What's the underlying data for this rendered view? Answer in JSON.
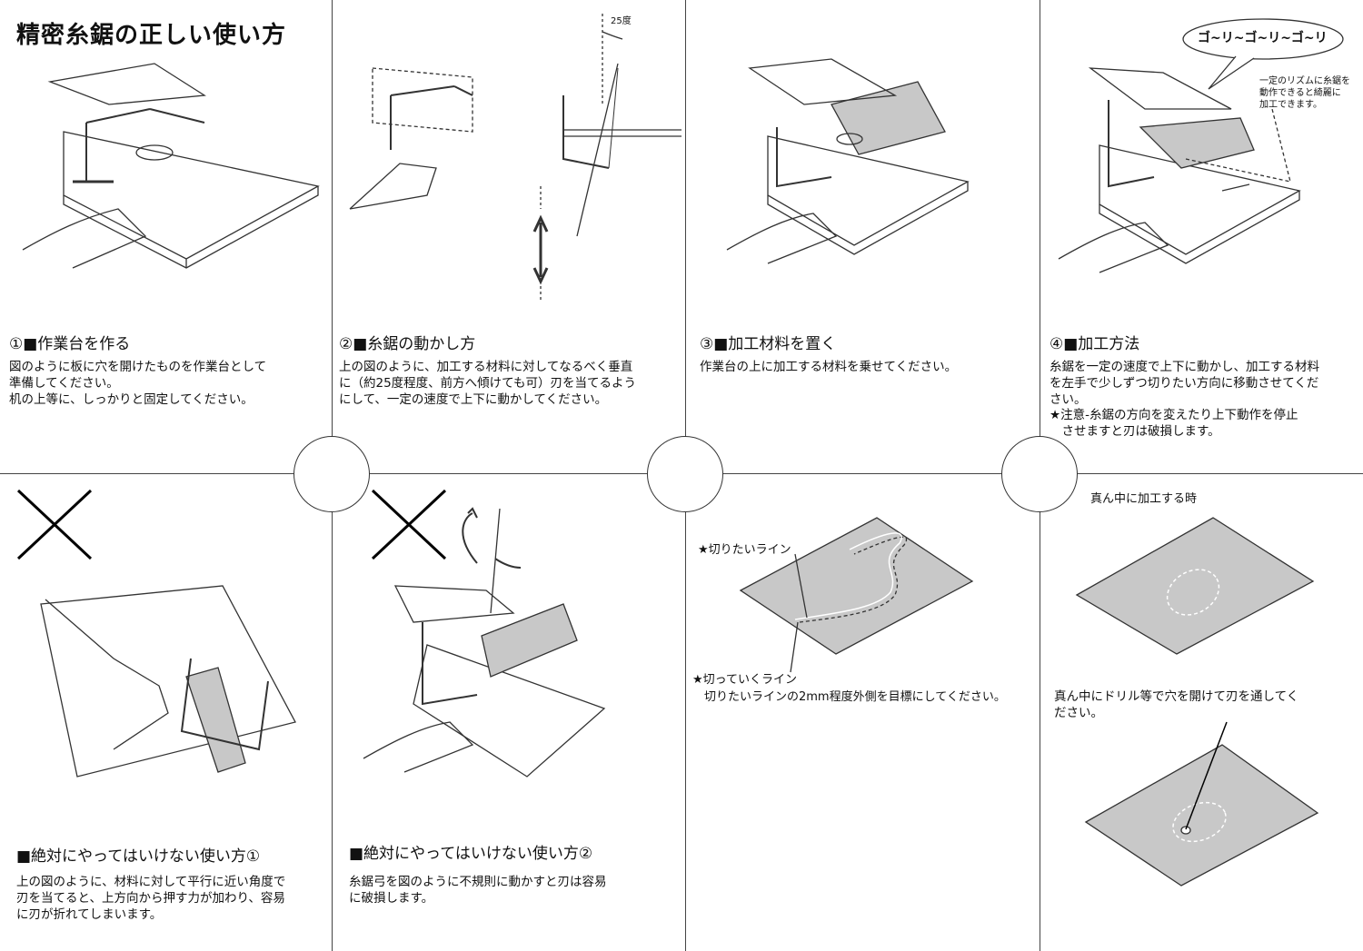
{
  "title": "精密糸鋸の正しい使い方",
  "panels": {
    "p1": {
      "heading": "①■作業台を作る",
      "body": "図のように板に穴を開けたものを作業台として\n準備してください。\n机の上等に、しっかりと固定してください。"
    },
    "p2": {
      "heading": "②■糸鋸の動かし方",
      "body": "上の図のように、加工する材料に対してなるべく垂直\nに（約25度程度、前方へ傾けても可）刃を当てるよう\nにして、一定の速度で上下に動かしてください。",
      "angle_label": "25度"
    },
    "p3": {
      "heading": "③■加工材料を置く",
      "body": "作業台の上に加工する材料を乗せてください。"
    },
    "p4": {
      "heading": "④■加工方法",
      "body": "糸鋸を一定の速度で上下に動かし、加工する材料\nを左手で少しずつ切りたい方向に移動させてくだ\nさい。",
      "warning": "★注意-糸鋸の方向を変えたり上下動作を停止\n　させますと刃は破損します。",
      "bubble": "ゴ~リ~ゴ~リ~ゴ~リ",
      "rhythm_note": "一定のリズムに糸鋸を\n動作できると綺麗に\n加工できます。"
    },
    "p5": {
      "heading": "■絶対にやってはいけない使い方①",
      "body": "上の図のように、材料に対して平行に近い角度で\n刃を当てると、上方向から押す力が加わり、容易\nに刃が折れてしまいます。"
    },
    "p6": {
      "heading": "■絶対にやってはいけない使い方②",
      "body": "糸鋸弓を図のように不規則に動かすと刃は容易\nに破損します。"
    },
    "p7": {
      "cut_line_label": "★切りたいライン",
      "path_label": "★切っていくライン",
      "path_note": "　切りたいラインの2mm程度外側を目標にしてください。"
    },
    "p8": {
      "top_label": "真ん中に加工する時",
      "body": "真ん中にドリル等で穴を開けて刃を通してく\nださい。"
    }
  },
  "colors": {
    "line": "#333333",
    "sheet": "#c8c8c8",
    "divider": "#444444"
  }
}
